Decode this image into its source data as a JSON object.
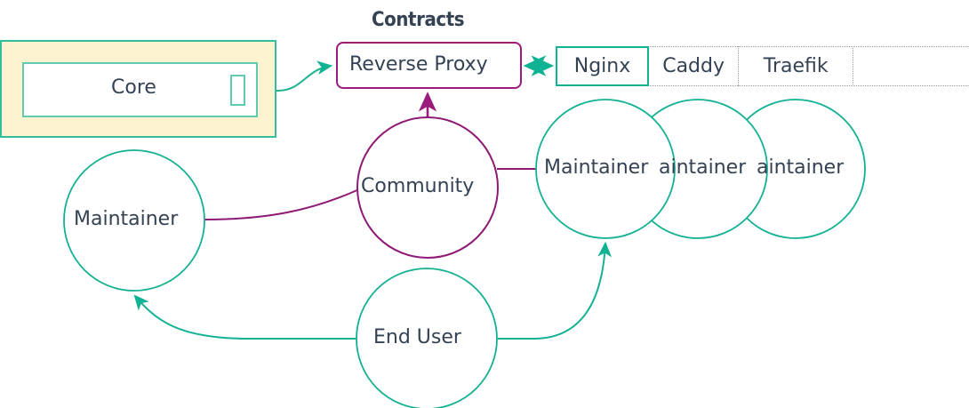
{
  "diagram": {
    "type": "architecture-flow",
    "colors": {
      "teal": "#0fb394",
      "teal_light": "#5fcbb0",
      "purple": "#9c1a7c",
      "text": "#344254",
      "subgraph_fill": "#fdf3d0",
      "cell_border_dotted": "#9a9a9a",
      "background": "#ffffff"
    },
    "title": "Contracts",
    "subgraph": {
      "name": "core-subgraph",
      "label": "Core",
      "has_port": true
    },
    "reverse_proxy": {
      "label": "Reverse Proxy"
    },
    "table": {
      "cells": [
        {
          "label": "Nginx",
          "selected": true
        },
        {
          "label": "Caddy",
          "selected": false
        },
        {
          "label": "Traefik",
          "selected": false
        },
        {
          "label": "",
          "selected": false
        }
      ]
    },
    "circles": [
      {
        "id": "maintainer-left",
        "label": "Maintainer",
        "color": "teal"
      },
      {
        "id": "community",
        "label": "Community",
        "color": "purple"
      },
      {
        "id": "end-user",
        "label": "End User",
        "color": "teal"
      },
      {
        "id": "maintainer-1",
        "label": "Maintainer",
        "color": "teal"
      },
      {
        "id": "maintainer-2",
        "label": "Maintainer",
        "color": "teal"
      },
      {
        "id": "maintainer-3",
        "label": "Maintainer",
        "color": "teal"
      }
    ],
    "edges": [
      {
        "from": "core-port",
        "to": "reverse-proxy",
        "color": "teal",
        "arrow": "end"
      },
      {
        "from": "reverse-proxy",
        "to": "nginx",
        "color": "teal",
        "arrow": "both"
      },
      {
        "from": "community",
        "to": "reverse-proxy",
        "color": "purple",
        "arrow": "end"
      },
      {
        "from": "community",
        "to": "maintainer-left",
        "color": "purple",
        "arrow": "none"
      },
      {
        "from": "community",
        "to": "maintainer-1",
        "color": "purple",
        "arrow": "none"
      },
      {
        "from": "end-user",
        "to": "maintainer-left",
        "color": "teal",
        "arrow": "end"
      },
      {
        "from": "end-user",
        "to": "maintainer-1",
        "color": "teal",
        "arrow": "end"
      }
    ]
  }
}
